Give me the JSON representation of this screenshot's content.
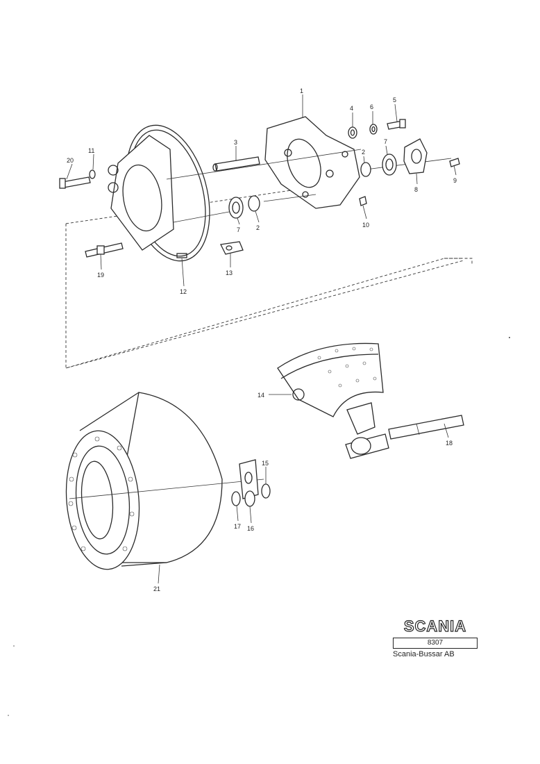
{
  "callouts": [
    "1",
    "2",
    "3",
    "4",
    "5",
    "6",
    "7",
    "8",
    "9",
    "10",
    "11",
    "12",
    "13",
    "14",
    "15",
    "16",
    "17",
    "18",
    "19",
    "20",
    "21"
  ],
  "labels": {
    "c1": "1",
    "c2a": "2",
    "c2b": "2",
    "c3": "3",
    "c4": "4",
    "c5": "5",
    "c6": "6",
    "c7a": "7",
    "c7b": "7",
    "c8": "8",
    "c9": "9",
    "c10": "10",
    "c11": "11",
    "c12": "12",
    "c13": "13",
    "c14": "14",
    "c15": "15",
    "c16": "16",
    "c17": "17",
    "c18": "18",
    "c19": "19",
    "c20": "20",
    "c21": "21"
  },
  "logo": {
    "brand": "SCANIA",
    "code": "8307",
    "company": "Scania-Bussar AB"
  }
}
